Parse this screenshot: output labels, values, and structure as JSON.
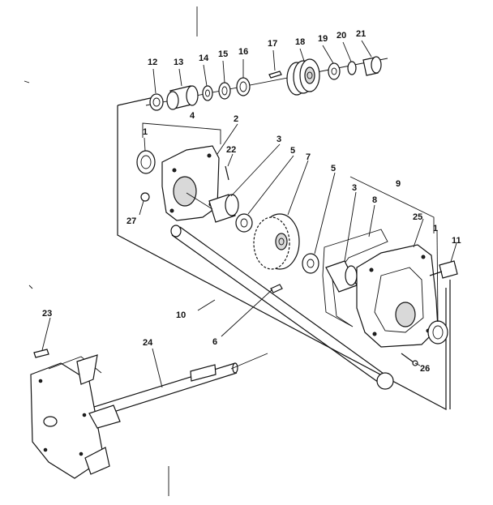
{
  "diagram": {
    "callouts": {
      "c1a": "1",
      "c1b": "1",
      "c2": "2",
      "c3a": "3",
      "c3b": "3",
      "c4": "4",
      "c5a": "5",
      "c5b": "5",
      "c6": "6",
      "c7": "7",
      "c8": "8",
      "c9": "9",
      "c10": "10",
      "c11": "11",
      "c12": "12",
      "c13": "13",
      "c14": "14",
      "c15": "15",
      "c16": "16",
      "c17": "17",
      "c18": "18",
      "c19": "19",
      "c20": "20",
      "c21": "21",
      "c22": "22",
      "c23": "23",
      "c24": "24",
      "c25": "25",
      "c26": "26",
      "c27": "27"
    },
    "colors": {
      "ink": "#111111",
      "paper": "#ffffff"
    }
  }
}
